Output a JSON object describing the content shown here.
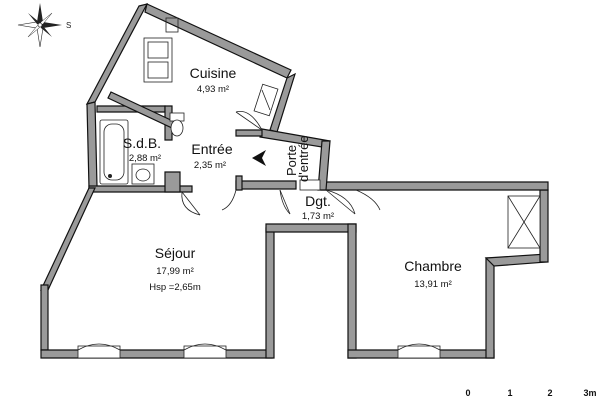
{
  "compass": {
    "north_label": "S"
  },
  "rooms": {
    "cuisine": {
      "name": "Cuisine",
      "area": "4,93 m²"
    },
    "sdb": {
      "name": "S.d.B.",
      "area": "2,88 m²"
    },
    "entree": {
      "name": "Entrée",
      "area": "2,35 m²"
    },
    "dgt": {
      "name": "Dgt.",
      "area": "1,73 m²"
    },
    "sejour": {
      "name": "Séjour",
      "area": "17,99 m²",
      "height": "Hsp =2,65m"
    },
    "chambre": {
      "name": "Chambre",
      "area": "13,91 m²"
    }
  },
  "door_label": {
    "line1": "Porte",
    "line2": "d'entrée"
  },
  "scale": {
    "labels": [
      "0",
      "1",
      "2",
      "3m"
    ]
  }
}
